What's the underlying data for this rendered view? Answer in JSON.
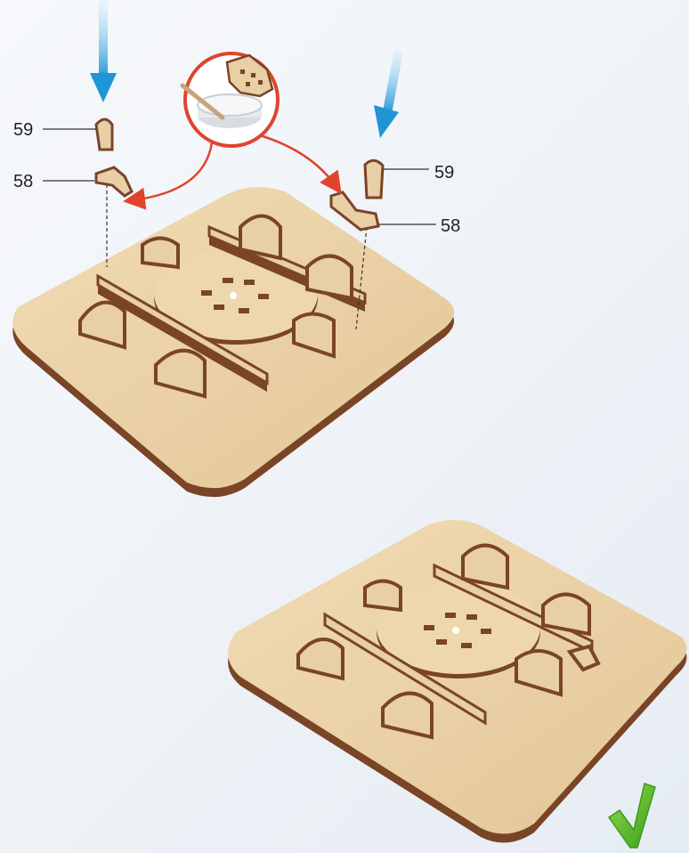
{
  "instruction": {
    "glue_icon": "glue-pot-icon",
    "check_icon": "checkmark-icon"
  },
  "callouts": {
    "left_59": "59",
    "left_58": "58",
    "right_59": "59",
    "right_58": "58"
  },
  "colors": {
    "wood": "#e8cfa5",
    "wood_dark": "#7a4426",
    "arrow_blue": "#2d9fd9",
    "glue_ring": "#e0442c",
    "check_green": "#5cb82e"
  }
}
